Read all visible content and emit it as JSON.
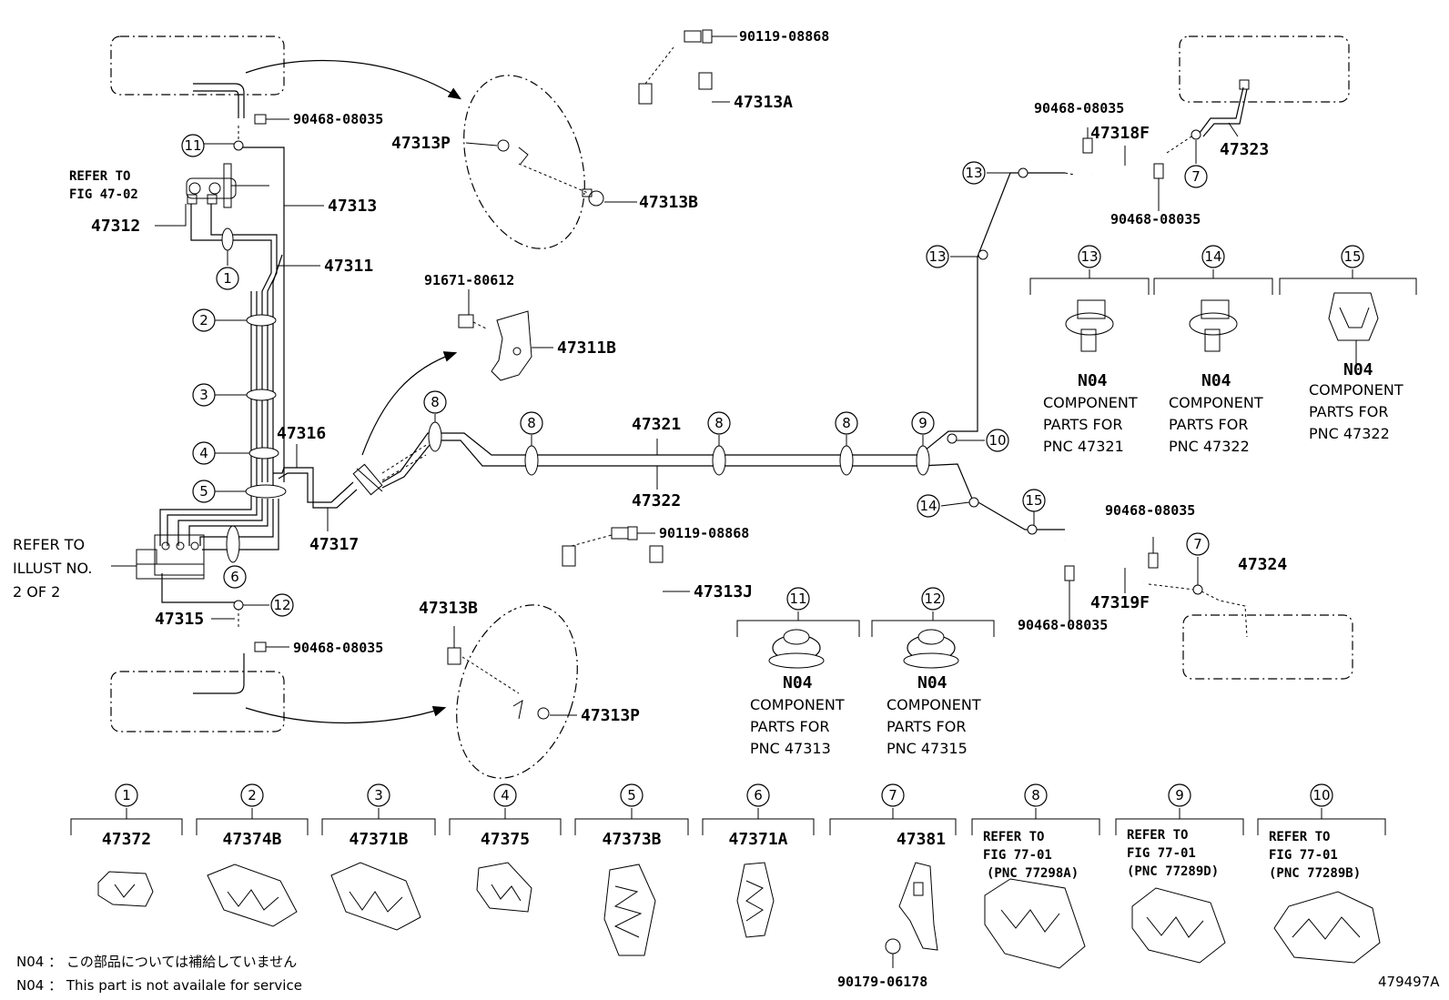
{
  "part_numbers": {
    "p90119_top": "90119-08868",
    "p47313A": "47313A",
    "p47313P_top": "47313P",
    "p47313B_top": "47313B",
    "p90468_tl": "90468-08035",
    "p47313": "47313",
    "p47312": "47312",
    "p47311": "47311",
    "p91671": "91671-80612",
    "p47311B": "47311B",
    "p47316": "47316",
    "p47317": "47317",
    "p47321": "47321",
    "p47322": "47322",
    "p47315": "47315",
    "p90468_bl": "90468-08035",
    "p90119_mid": "90119-08868",
    "p47313J": "47313J",
    "p47313B_bot": "47313B",
    "p47313P_bot": "47313P",
    "p90468_tr1": "90468-08035",
    "p47318F": "47318F",
    "p47323": "47323",
    "p90468_tr2": "90468-08035",
    "p90468_mr": "90468-08035",
    "p47324": "47324",
    "p47319F": "47319F",
    "p90468_mr2": "90468-08035",
    "p90179": "90179-06178"
  },
  "refer_fig": {
    "line1": "REFER TO",
    "line2": "FIG 47-02"
  },
  "refer_illust": {
    "line1": "REFER TO",
    "line2": "ILLUST NO.",
    "line3": "2 OF 2"
  },
  "callouts": [
    "1",
    "2",
    "3",
    "4",
    "5",
    "6",
    "7",
    "8",
    "9",
    "10",
    "11",
    "12",
    "13",
    "14",
    "15"
  ],
  "component_notes": {
    "n04": "N04",
    "line1": "COMPONENT",
    "line2": "PARTS FOR",
    "pnc_47321": "PNC 47321",
    "pnc_47322a": "PNC 47322",
    "pnc_47322b": "PNC 47322",
    "pnc_47313": "PNC 47313",
    "pnc_47315": "PNC 47315"
  },
  "legend_row": [
    {
      "num": "1",
      "label": "47372"
    },
    {
      "num": "2",
      "label": "47374B"
    },
    {
      "num": "3",
      "label": "47371B"
    },
    {
      "num": "4",
      "label": "47375"
    },
    {
      "num": "5",
      "label": "47373B"
    },
    {
      "num": "6",
      "label": "47371A"
    },
    {
      "num": "7",
      "label": "47381"
    }
  ],
  "legend_refer": [
    {
      "num": "8",
      "l1": "REFER TO",
      "l2": "FIG 77-01",
      "l3": "(PNC 77298A)"
    },
    {
      "num": "9",
      "l1": "REFER TO",
      "l2": "FIG 77-01",
      "l3": "(PNC 77289D)"
    },
    {
      "num": "10",
      "l1": "REFER TO",
      "l2": "FIG 77-01",
      "l3": "(PNC 77289B)"
    }
  ],
  "footnotes": {
    "jp": "N04 ： この部品については補給していません",
    "en": "N04 ：  This part is not availale for service"
  },
  "figure_id": "479497A"
}
